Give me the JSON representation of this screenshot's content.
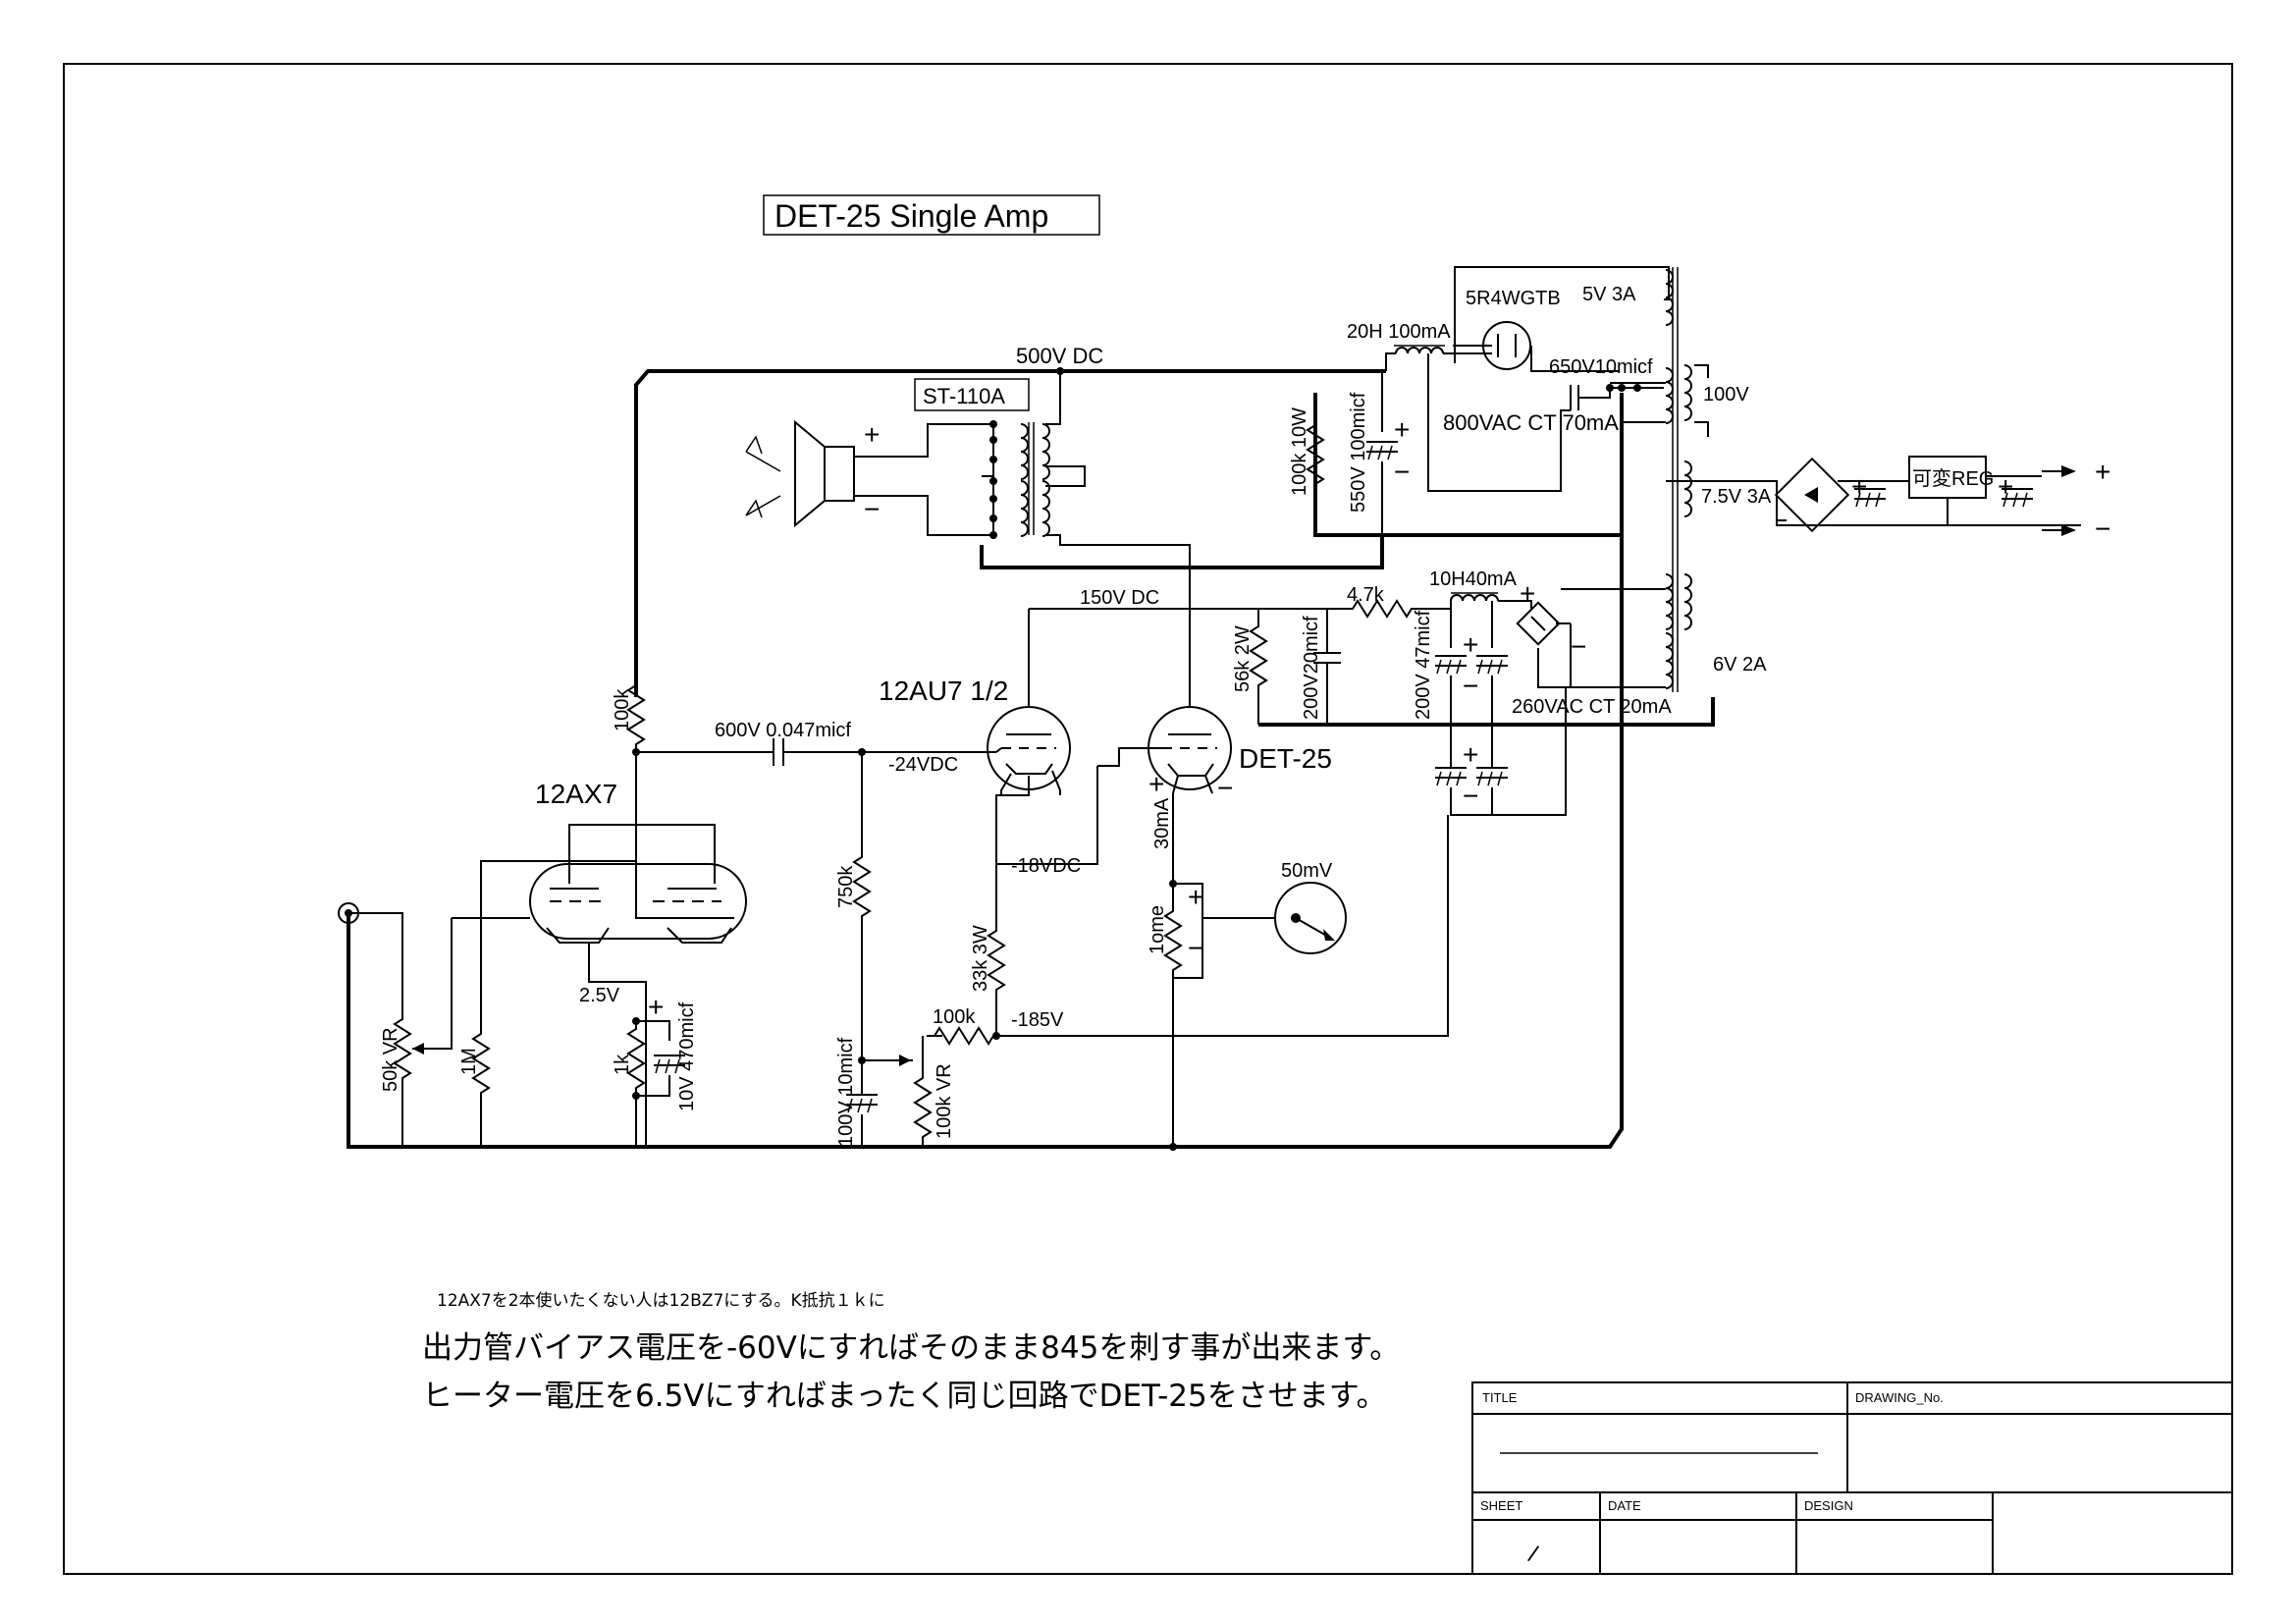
{
  "diagram": {
    "title": "DET-25 Single Amp",
    "supply_labels": {
      "hv_dc": "500V DC",
      "driver_dc": "150V DC",
      "output_transformer": "ST-110A",
      "hv_choke": "20H 100mA",
      "rectifier_tube": "5R4WGTB",
      "filament_winding": "5V 3A",
      "hv_cap_small": "650V10micf",
      "mains_tap": "100V",
      "hv_secondary": "800VAC CT 70mA",
      "bleeder": "100k 10W",
      "hv_filter_cap": "550V 100micf",
      "heater_winding_reg": "7.5V 3A",
      "regulator": "可変REG",
      "plus": "+",
      "minus": "−",
      "bias_choke": "10H40mA",
      "dropping_resistor": "4.7k",
      "driver_dropper": "56k 2W",
      "driver_cap": "200V20micf",
      "bias_cap": "200V 47micf",
      "heater_winding_6v": "6V 2A",
      "bias_secondary": "260VAC CT 20mA"
    },
    "circuit_labels": {
      "input_tube": "12AX7",
      "driver_tube": "12AU7 1/2",
      "output_tube": "DET-25",
      "plate_resistor": "100k",
      "coupling_cap": "600V 0.047micf",
      "driver_bias": "-24VDC",
      "cathode_bias": "-18VDC",
      "grid_resistor": "750k",
      "cathode_resistor": "33k 3W",
      "bias_pot_resistor": "100k",
      "bias_line": "-185V",
      "bypass_cap": "100V 10micf",
      "bias_pot": "100k VR",
      "input_pot": "50k VR",
      "grid_leak": "1M",
      "heater_voltage": "2.5V",
      "k_resistor": "1k",
      "k_cap": "10V 470micf",
      "plate_current": "30mA",
      "sense_resistor": "1ome",
      "meter_range": "50mV"
    },
    "notes": {
      "small_note": "12AX7を2本使いたくない人は12BZ7にする。K抵抗１ｋに",
      "line1": "出力管バイアス電圧を-60Vにすればそのまま845を刺す事が出来ます。",
      "line2": "ヒーター電圧を6.5Vにすればまったく同じ回路でDET-25をさせます。"
    },
    "title_block": {
      "title_label": "TITLE",
      "drawing_no_label": "DRAWING_No.",
      "sheet_label": "SHEET",
      "date_label": "DATE",
      "design_label": "DESIGN",
      "sheet_value": "/"
    }
  }
}
